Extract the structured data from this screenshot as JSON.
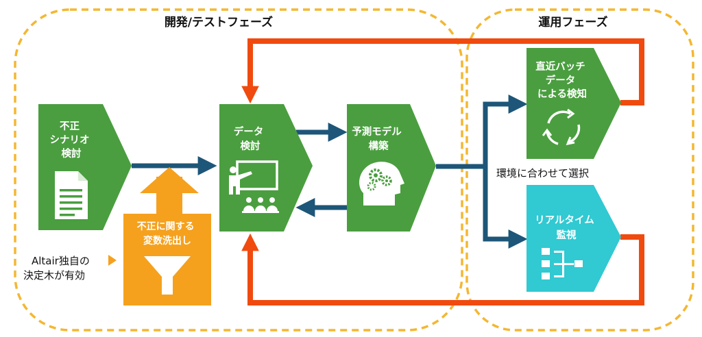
{
  "phases": {
    "dev_title": "開発/テストフェーズ",
    "ops_title": "運用フェーズ"
  },
  "boxes": {
    "fraud_scenario": {
      "lines": [
        "不正",
        "シナリオ",
        "検討"
      ],
      "icon": "document-icon"
    },
    "data_review": {
      "lines": [
        "データ",
        "検討"
      ],
      "icon": "presentation-icon"
    },
    "model_build": {
      "lines": [
        "予測モデル",
        "構築"
      ],
      "icon": "brain-gears-icon"
    },
    "batch_detect": {
      "lines": [
        "直近バッチ",
        "データ",
        "による検知"
      ],
      "icon": "refresh-cycle-icon"
    },
    "realtime_monitor": {
      "lines": [
        "リアルタイム",
        "監視"
      ],
      "icon": "tree-diagram-icon"
    },
    "variable_wash": {
      "lines": [
        "不正に関する",
        "変数洗出し"
      ],
      "icon": "funnel-icon"
    }
  },
  "notes": {
    "altair": [
      "Altair独自の",
      "決定木が有効"
    ],
    "select": "環境に合わせて選択"
  },
  "colors": {
    "green": "#4a9e3f",
    "cyan": "#31c9d2",
    "orange": "#f5a11e",
    "red": "#f04a0f",
    "navy": "#1d5678",
    "dash": "#f4b731"
  }
}
